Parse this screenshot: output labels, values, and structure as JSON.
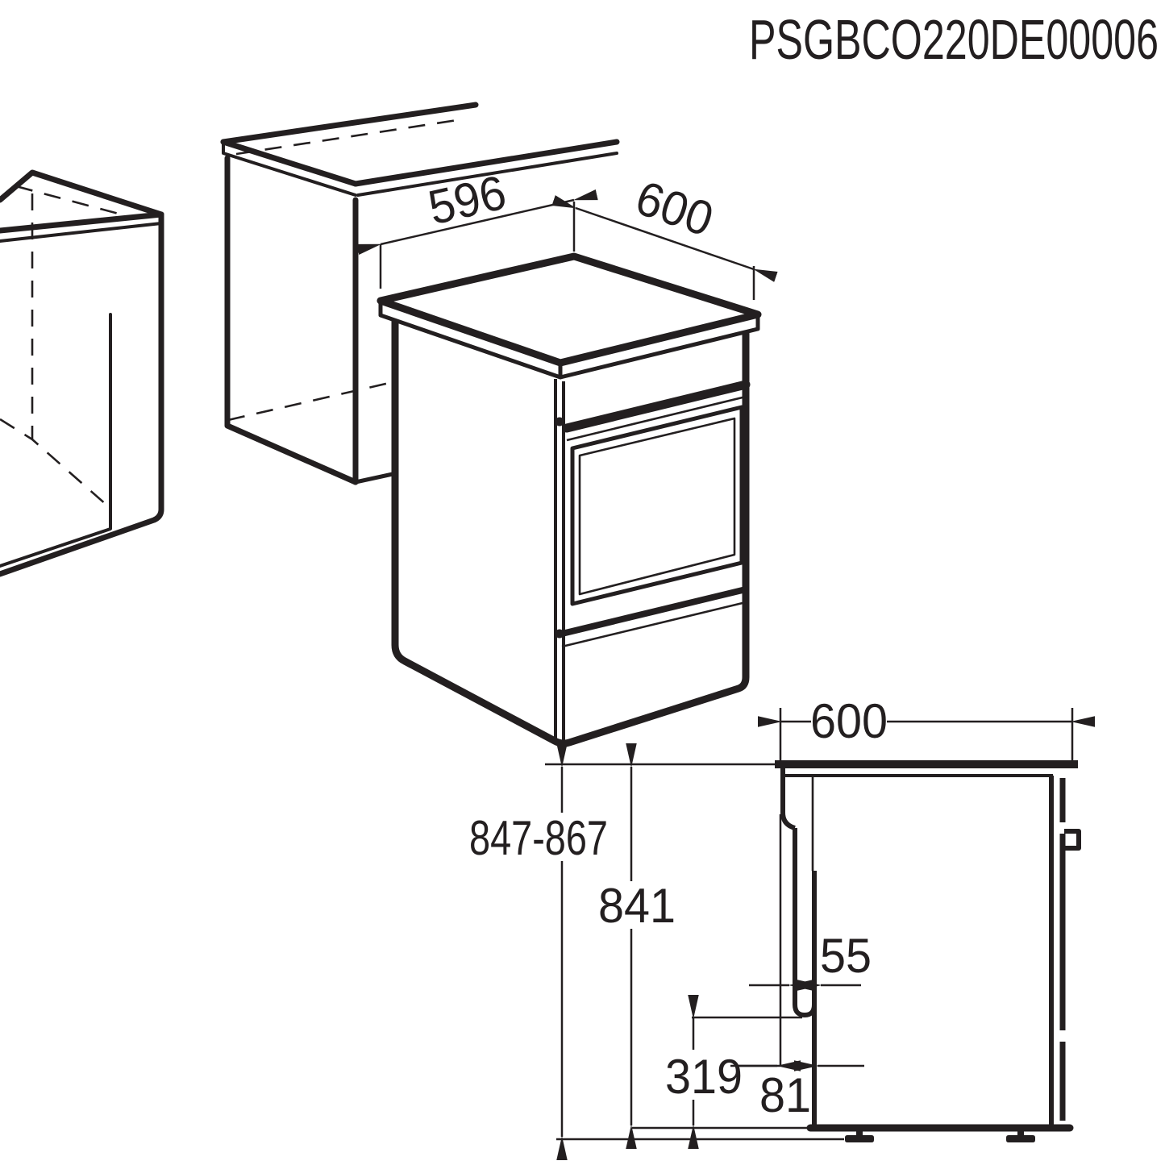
{
  "title": "PSGBCO220DE00006",
  "isometric": {
    "width_label": "596",
    "depth_label": "600"
  },
  "side_view": {
    "depth_label": "600",
    "total_height_label": "847-867",
    "body_height_label": "841",
    "recess_depth_label": "55",
    "recess_height_label": "319",
    "back_offset_label": "81"
  }
}
